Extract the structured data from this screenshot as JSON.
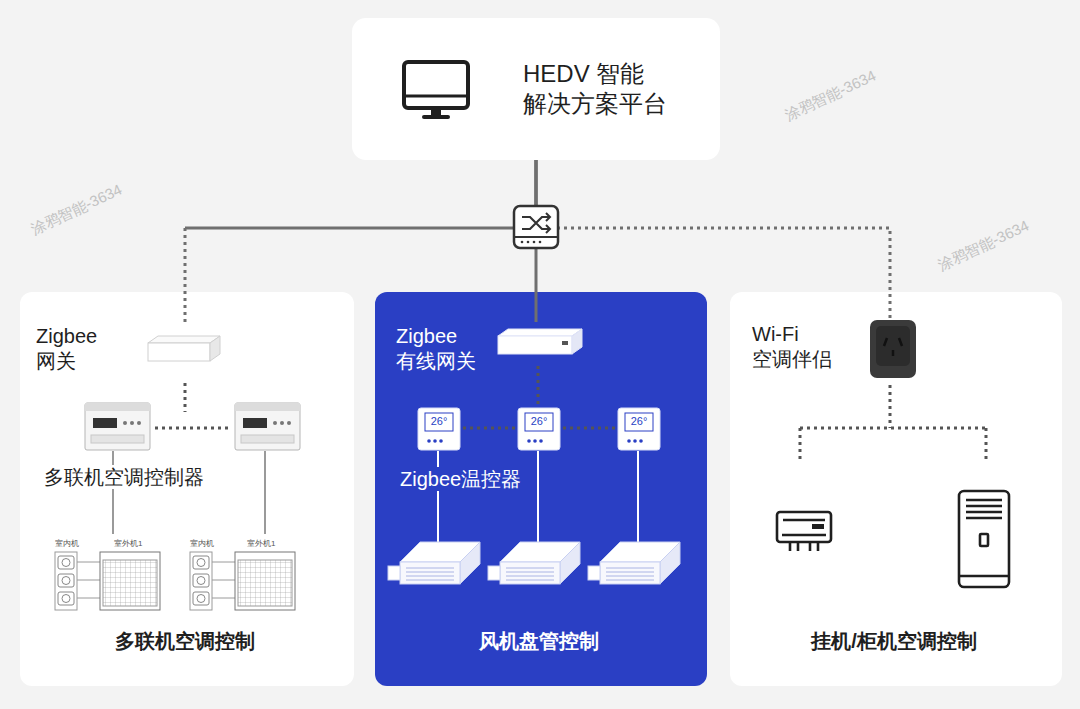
{
  "diagram": {
    "nodes": [
      {
        "text": [
          "HEDV 智能 解决方案平台"
        ]
      },
      {
        "text": [
          "多联机空调控制"
        ]
      },
      {
        "text": [
          "风机盘管控制"
        ]
      },
      {
        "text": [
          "挂机/柜机空调控制"
        ]
      },
      {
        "text": [
          "Zigbee 网关"
        ],
        "in": 1
      },
      {
        "text": [
          "Zigbee 有线网关"
        ],
        "in": 2
      },
      {
        "text": [
          "Wi-Fi 空调伴侣"
        ],
        "in": 3
      }
    ],
    "edges": [
      {
        "from": 0,
        "to": 4,
        "arrow": "none"
      },
      {
        "from": 0,
        "to": 5,
        "arrow": "none"
      },
      {
        "from": 0,
        "to": 6,
        "arrow": "none"
      }
    ],
    "labels": [
      "多联机空调控制器",
      "Zigbee温控器",
      "室内机",
      "室外机1",
      "室内机",
      "室外机1",
      "26°",
      "26°",
      "26°",
      "涂鸦智能-3634",
      "涂鸦智能-3634",
      "涂鸦智能-3634"
    ]
  }
}
